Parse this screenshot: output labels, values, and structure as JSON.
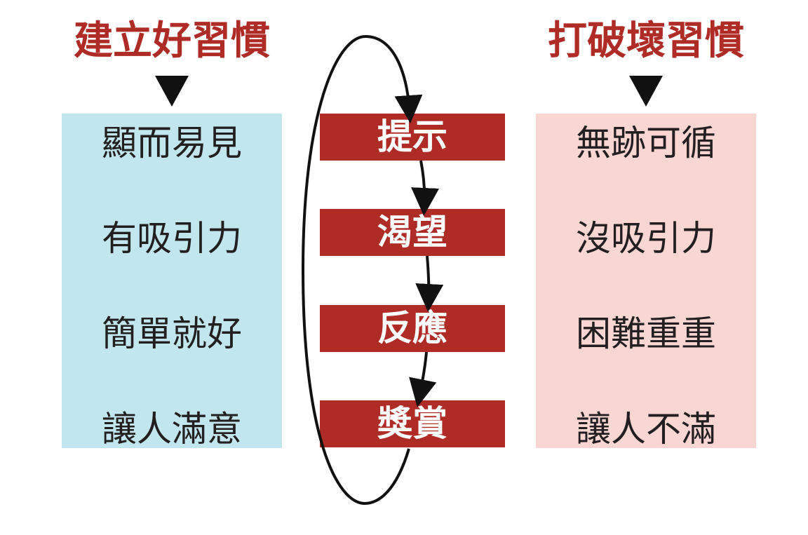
{
  "left": {
    "heading": "建立好習慣",
    "items": [
      "顯而易見",
      "有吸引力",
      "簡單就好",
      "讓人滿意"
    ]
  },
  "right": {
    "heading": "打破壞習慣",
    "items": [
      "無跡可循",
      "沒吸引力",
      "困難重重",
      "讓人不滿"
    ]
  },
  "steps": [
    "提示",
    "渴望",
    "反應",
    "獎賞"
  ],
  "colors": {
    "accent": "#ae2b26",
    "left_panel": "#c2e6ee",
    "right_panel": "#f9d6d2",
    "text": "#231f20",
    "arrow": "#111111"
  }
}
